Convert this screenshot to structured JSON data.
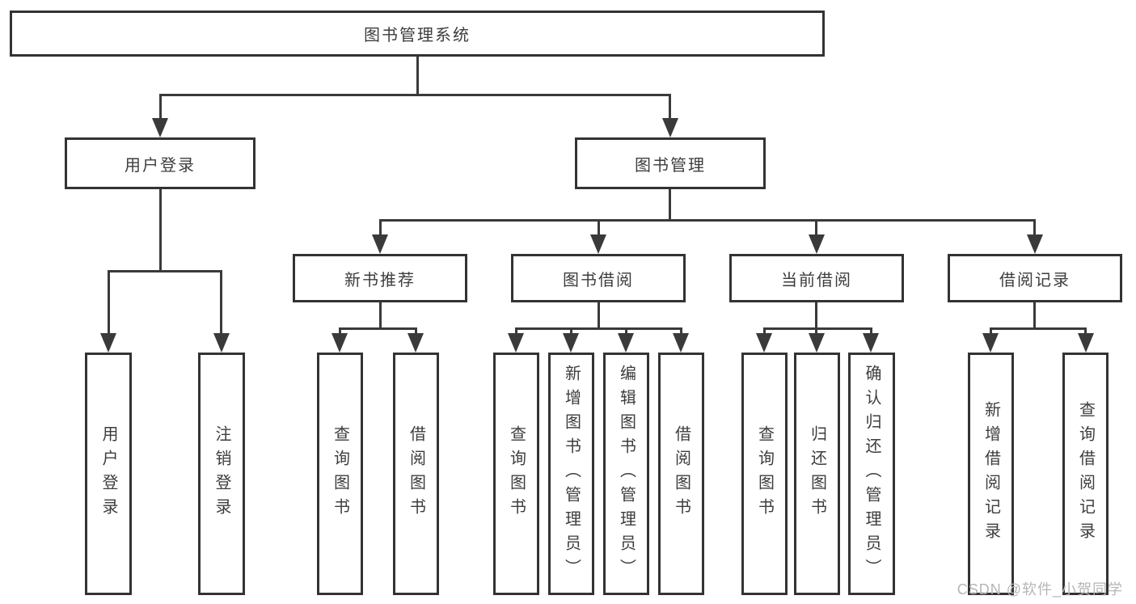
{
  "colors": {
    "background": "#ffffff",
    "line": "#3a3a3a",
    "box_border": "#333333",
    "text": "#3d3d3d",
    "watermark": "#b6b6b6"
  },
  "watermark": "CSDN @软件_小贺同学",
  "tree": {
    "root": {
      "label": "图书管理系统"
    },
    "children": [
      {
        "label": "用户登录",
        "children": [
          {
            "label": "用户登录"
          },
          {
            "label": "注销登录"
          }
        ]
      },
      {
        "label": "图书管理",
        "children": [
          {
            "label": "新书推荐",
            "children": [
              {
                "label": "查询图书"
              },
              {
                "label": "借阅图书"
              }
            ]
          },
          {
            "label": "图书借阅",
            "children": [
              {
                "label": "查询图书"
              },
              {
                "label": "新增图书（管理员）"
              },
              {
                "label": "编辑图书（管理员）"
              },
              {
                "label": "借阅图书"
              }
            ]
          },
          {
            "label": "当前借阅",
            "children": [
              {
                "label": "查询图书"
              },
              {
                "label": "归还图书"
              },
              {
                "label": "确认归还（管理员）"
              }
            ]
          },
          {
            "label": "借阅记录",
            "children": [
              {
                "label": "新增借阅记录"
              },
              {
                "label": "查询借阅记录"
              }
            ]
          }
        ]
      }
    ]
  }
}
